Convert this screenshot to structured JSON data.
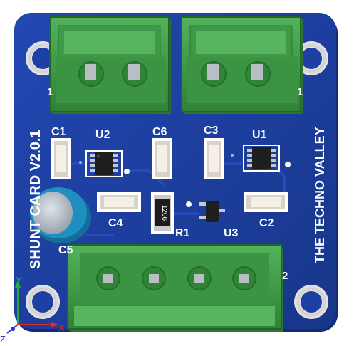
{
  "board": {
    "side_title": "SHUNT CARD V2.0.1",
    "brand": "THE TECHNO VALLEY",
    "colors": {
      "pcb": "#1b3c9c",
      "pcb_edge": "#15307e",
      "connector": "#3d9a45",
      "connector_dark": "#2b7432",
      "silkscreen": "#ffffff",
      "capacitor": "#1e8fbf"
    }
  },
  "labels": {
    "c1": "C1",
    "u2": "U2",
    "c6": "C6",
    "c3": "C3",
    "u1": "U1",
    "c4": "C4",
    "r1": "R1",
    "u3": "U3",
    "c2": "C2",
    "c5": "C5",
    "resistor_code": "1206",
    "j_left": "1",
    "j_right": "1",
    "j_bottom": "2"
  },
  "axes": {
    "x": "X",
    "y": "Y",
    "z": "Z"
  }
}
